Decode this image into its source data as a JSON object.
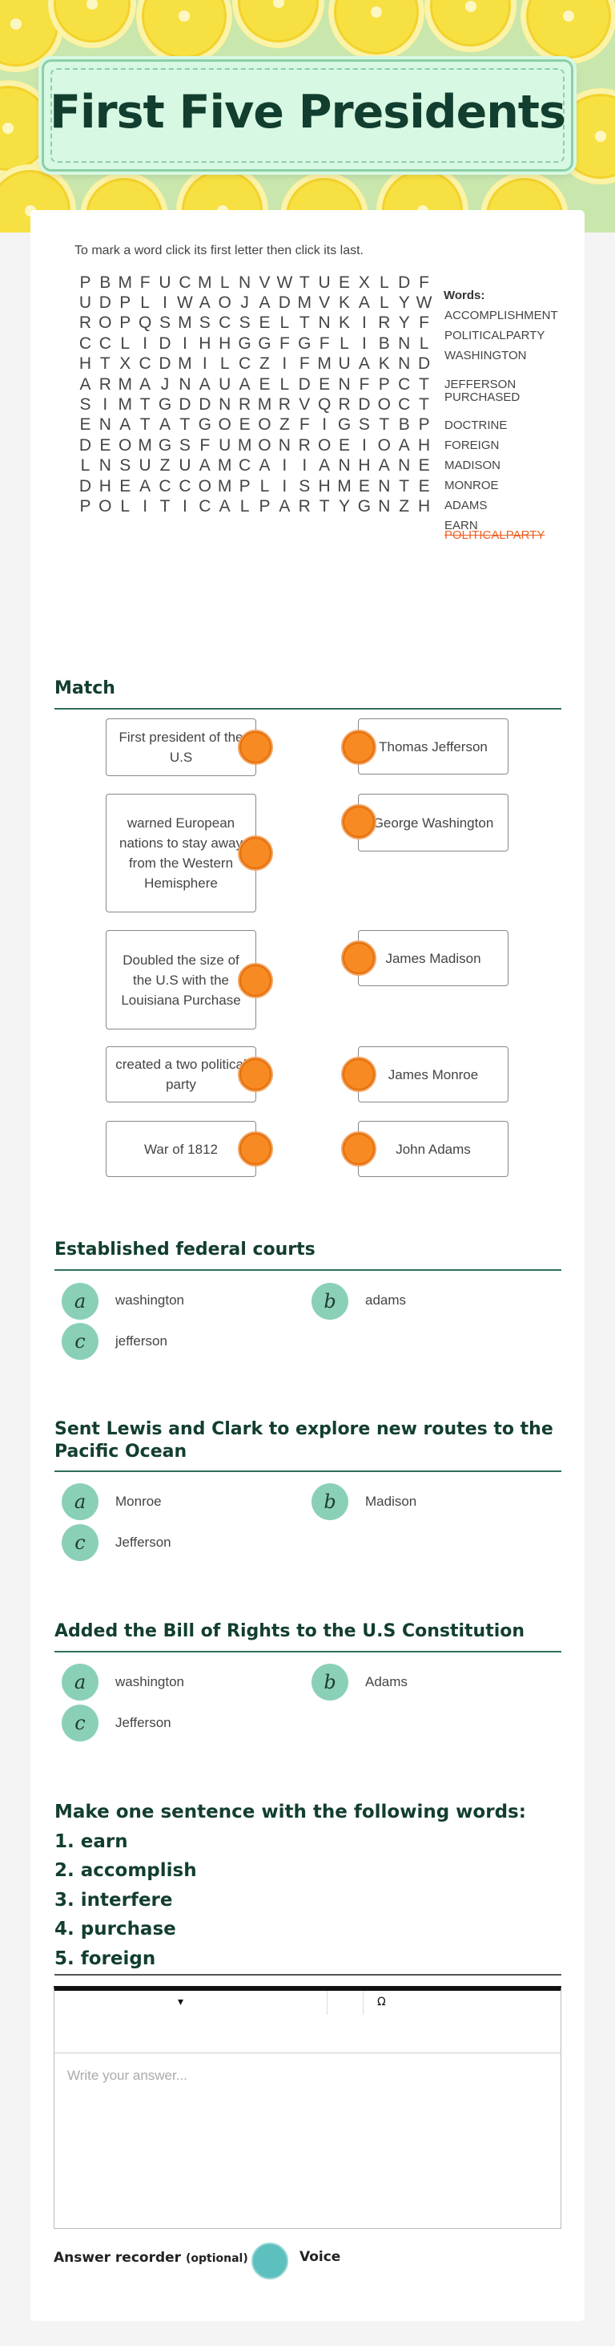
{
  "header": {
    "title": "First Five Presidents"
  },
  "word_search": {
    "instruction": "To mark a word click its first letter then click its last.",
    "rows": [
      "PBMFUCMLNVWTUEXLDF",
      "UDPLIWAOJADMVKALYW",
      "ROPQSMSCSELTNKIRYF",
      "CCLIDIHHGGFGFLIBNL",
      "HTXCDMILCZIFMUAKND",
      "ARMAJNAUAELDENFPCT",
      "SIMTGDDNRMRVQRDOCT",
      "ENATATGOEOZFIGSTBP",
      "DEOMGSFUMONROEIOAH",
      "LNSUZUAMCAIIANHANE",
      "DHEACCOMPLISHMENTE",
      "POLITICALPARTYGNZH"
    ],
    "words_heading": "Words:",
    "words": [
      "ACCOMPLISHMENT",
      "POLITICALPARTY",
      "WASHINGTON",
      "JEFFERSON",
      "PURCHASED",
      "DOCTRINE",
      "FOREIGN",
      "MADISON",
      "MONROE",
      "ADAMS",
      "EARN",
      "POLITICALPARTY"
    ]
  },
  "match": {
    "title": "Match",
    "left": [
      "First president of the U.S",
      "warned European nations to stay away from the Western Hemisphere",
      "Doubled the size of the U.S with the Louisiana Purchase",
      "created a two political party",
      "War of 1812"
    ],
    "right": [
      "Thomas Jefferson",
      "George Washington",
      "James Madison",
      "James Monroe",
      "John Adams"
    ]
  },
  "questions": [
    {
      "title": "Established federal courts",
      "options": [
        {
          "letter": "a",
          "label": "washington"
        },
        {
          "letter": "b",
          "label": "adams"
        },
        {
          "letter": "c",
          "label": "jefferson"
        }
      ]
    },
    {
      "title": "Sent Lewis and Clark to explore new routes to the Pacific Ocean",
      "options": [
        {
          "letter": "a",
          "label": "Monroe"
        },
        {
          "letter": "b",
          "label": "Madison"
        },
        {
          "letter": "c",
          "label": "Jefferson"
        }
      ]
    },
    {
      "title": "Added the Bill of Rights to the U.S Constitution",
      "options": [
        {
          "letter": "a",
          "label": "washington"
        },
        {
          "letter": "b",
          "label": "Adams"
        },
        {
          "letter": "c",
          "label": "Jefferson"
        }
      ]
    }
  ],
  "sentence_task": {
    "lines": [
      "Make one sentence with the following words:",
      "1. earn",
      "2. accomplish",
      "3. interfere",
      "4. purchase",
      "5. foreign"
    ],
    "toolbar": {
      "dropdown_glyph": "▾",
      "omega_glyph": "Ω"
    },
    "answer_placeholder": "Write your answer..."
  },
  "recorder": {
    "label": "Answer recorder",
    "optional": "(optional)",
    "dash": "-",
    "voice": "Voice"
  },
  "colors": {
    "accent_orange": "#f88a23",
    "bullet_green": "#8ad0b7",
    "title_green": "#123e2f",
    "found_word": "#f05f22"
  }
}
